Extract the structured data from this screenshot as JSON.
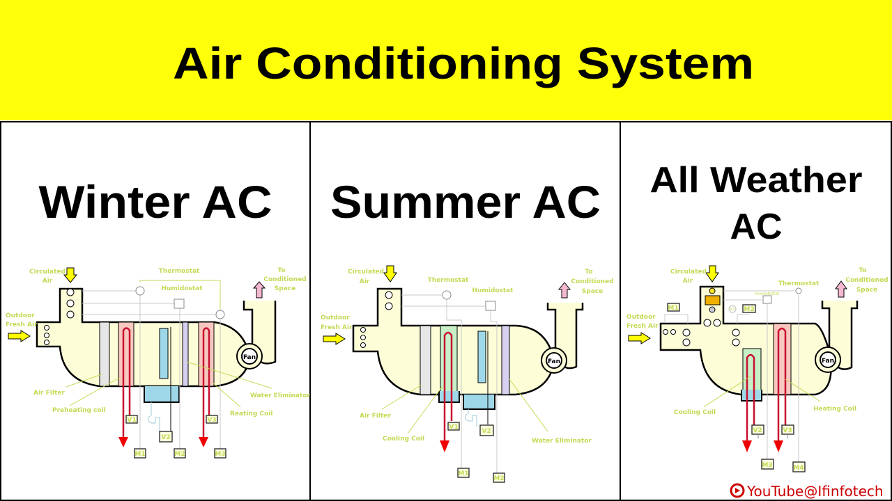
{
  "title": "Air Conditioning System",
  "colors": {
    "header_bg": "#ffff0a",
    "label": "#c3da55",
    "coil_heat": "#f8c8c0",
    "coil_cool": "#c8f0c8",
    "water": "#9ed8e8",
    "eliminator": "#d8d0f0",
    "arrow_in": "#ffff00",
    "arrow_out": "#f4b8d0",
    "pipe": "#c8102e"
  },
  "panels": {
    "winter": {
      "heading": "Winter AC",
      "labels": {
        "circulated": "Circulated",
        "air": "Air",
        "thermostat": "Thermostat",
        "humidostat": "Humidostat",
        "to": "To",
        "conditioned": "Conditioned",
        "space": "Space",
        "outdoor": "Outdoor",
        "fresh_air": "Fresh Air",
        "air_filter": "Air Filter",
        "preheating": "Preheating coil",
        "water_eliminator": "Water Eliminator",
        "reheating": "Reating Coil",
        "fan": "Fan"
      },
      "valves": [
        "V1",
        "V2",
        "V3"
      ],
      "motors": [
        "M1",
        "M2",
        "M3"
      ]
    },
    "summer": {
      "heading": "Summer AC",
      "labels": {
        "circulated": "Circulated",
        "air": "Air",
        "thermostat": "Thermostat",
        "humidostat": "Humidostat",
        "to": "To",
        "conditioned": "Conditioned",
        "space": "Space",
        "outdoor": "Outdoor",
        "fresh_air": "Fresh Air",
        "air_filter": "Air Filter",
        "cooling": "Cooling Coil",
        "water_eliminator": "Water Eliminator",
        "fan": "Fan"
      },
      "valves": [
        "V1",
        "V2"
      ],
      "motors": [
        "M1",
        "M2"
      ]
    },
    "allweather": {
      "heading_line1": "All Weather",
      "heading_line2": "AC",
      "labels": {
        "circulated": "Circulated",
        "air": "Air",
        "thermostat": "Thermostat",
        "humidostat": "Humidostat",
        "to": "To",
        "conditioned": "Conditioned",
        "space": "Space",
        "outdoor": "Outdoor",
        "fresh_air": "Fresh Air",
        "cooling": "Cooling Coil",
        "heating": "Heating Coil",
        "fan": "Fan",
        "v1": "V1"
      },
      "valves": [
        "V2",
        "V3"
      ],
      "motors": [
        "M1",
        "M2",
        "M3",
        "M4"
      ]
    }
  },
  "watermark": {
    "icon": "youtube-icon",
    "text": "YouTube@Ifinfotech"
  }
}
